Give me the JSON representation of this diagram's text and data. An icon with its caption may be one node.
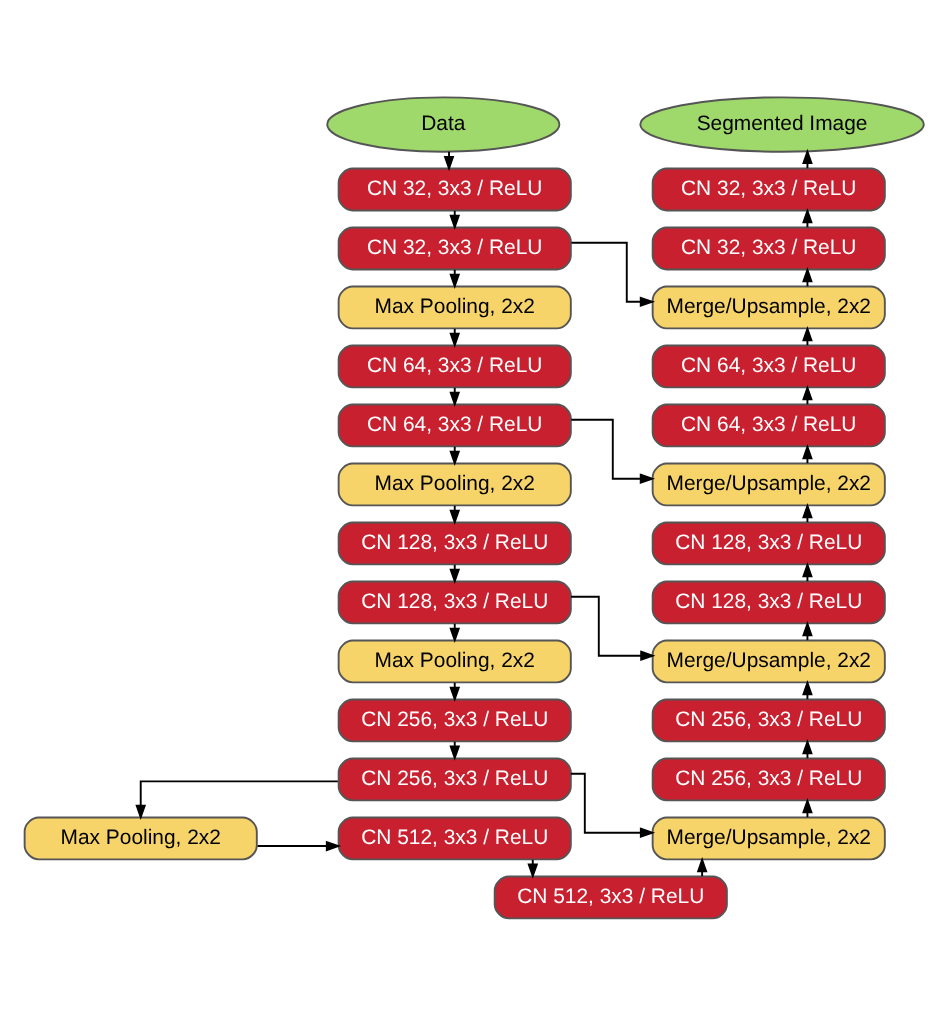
{
  "diagram": {
    "nodes": [
      {
        "text": [
          "Data"
        ]
      },
      {
        "text": [
          "CN 32, 3x3 / ReLU"
        ]
      },
      {
        "text": [
          "CN 32, 3x3 / ReLU"
        ]
      },
      {
        "text": [
          "Max Pooling, 2x2"
        ]
      },
      {
        "text": [
          "CN 64, 3x3 / ReLU"
        ]
      },
      {
        "text": [
          "CN 64, 3x3 / ReLU"
        ]
      },
      {
        "text": [
          "Max Pooling, 2x2"
        ]
      },
      {
        "text": [
          "CN 128, 3x3 / ReLU"
        ]
      },
      {
        "text": [
          "CN 128, 3x3 / ReLU"
        ]
      },
      {
        "text": [
          "Max Pooling, 2x2"
        ]
      },
      {
        "text": [
          "CN 256, 3x3 / ReLU"
        ]
      },
      {
        "text": [
          "CN 256, 3x3 / ReLU"
        ]
      },
      {
        "text": [
          "Max Pooling, 2x2"
        ]
      },
      {
        "text": [
          "CN 512, 3x3 / ReLU"
        ]
      },
      {
        "text": [
          "Segmented Image"
        ]
      },
      {
        "text": [
          "CN 32, 3x3 / ReLU"
        ]
      },
      {
        "text": [
          "CN 32, 3x3 / ReLU"
        ]
      },
      {
        "text": [
          "Merge/Upsample, 2x2"
        ]
      },
      {
        "text": [
          "CN 64, 3x3 / ReLU"
        ]
      },
      {
        "text": [
          "CN 64, 3x3 / ReLU"
        ]
      },
      {
        "text": [
          "Merge/Upsample, 2x2"
        ]
      },
      {
        "text": [
          "CN 128, 3x3 / ReLU"
        ]
      },
      {
        "text": [
          "CN 128, 3x3 / ReLU"
        ]
      },
      {
        "text": [
          "Merge/Upsample, 2x2"
        ]
      },
      {
        "text": [
          "CN 256, 3x3 / ReLU"
        ]
      },
      {
        "text": [
          "CN 256, 3x3 / ReLU"
        ]
      },
      {
        "text": [
          "Merge/Upsample, 2x2"
        ]
      },
      {
        "text": [
          "CN 512, 3x3 / ReLU"
        ]
      }
    ],
    "edges": [
      {
        "from": 0,
        "to": 1,
        "arrow": "to"
      },
      {
        "from": 1,
        "to": 2,
        "arrow": "to"
      },
      {
        "from": 2,
        "to": 3,
        "arrow": "to"
      },
      {
        "from": 3,
        "to": 4,
        "arrow": "to"
      },
      {
        "from": 4,
        "to": 5,
        "arrow": "to"
      },
      {
        "from": 5,
        "to": 6,
        "arrow": "to"
      },
      {
        "from": 6,
        "to": 7,
        "arrow": "to"
      },
      {
        "from": 7,
        "to": 8,
        "arrow": "to"
      },
      {
        "from": 8,
        "to": 9,
        "arrow": "to"
      },
      {
        "from": 9,
        "to": 10,
        "arrow": "to"
      },
      {
        "from": 10,
        "to": 11,
        "arrow": "to"
      },
      {
        "from": 11,
        "to": 12,
        "arrow": "to"
      },
      {
        "from": 12,
        "to": 13,
        "arrow": "to"
      },
      {
        "from": 13,
        "to": 27,
        "arrow": "to"
      },
      {
        "from": 27,
        "to": 26,
        "arrow": "to"
      },
      {
        "from": 26,
        "to": 25,
        "arrow": "to"
      },
      {
        "from": 25,
        "to": 24,
        "arrow": "to"
      },
      {
        "from": 24,
        "to": 23,
        "arrow": "to"
      },
      {
        "from": 23,
        "to": 22,
        "arrow": "to"
      },
      {
        "from": 22,
        "to": 21,
        "arrow": "to"
      },
      {
        "from": 21,
        "to": 20,
        "arrow": "to"
      },
      {
        "from": 20,
        "to": 19,
        "arrow": "to"
      },
      {
        "from": 19,
        "to": 18,
        "arrow": "to"
      },
      {
        "from": 18,
        "to": 17,
        "arrow": "to"
      },
      {
        "from": 17,
        "to": 16,
        "arrow": "to"
      },
      {
        "from": 16,
        "to": 15,
        "arrow": "to"
      },
      {
        "from": 15,
        "to": 14,
        "arrow": "to"
      },
      {
        "from": 2,
        "to": 17,
        "arrow": "to"
      },
      {
        "from": 5,
        "to": 20,
        "arrow": "to"
      },
      {
        "from": 8,
        "to": 23,
        "arrow": "to"
      },
      {
        "from": 11,
        "to": 26,
        "arrow": "to"
      }
    ]
  }
}
